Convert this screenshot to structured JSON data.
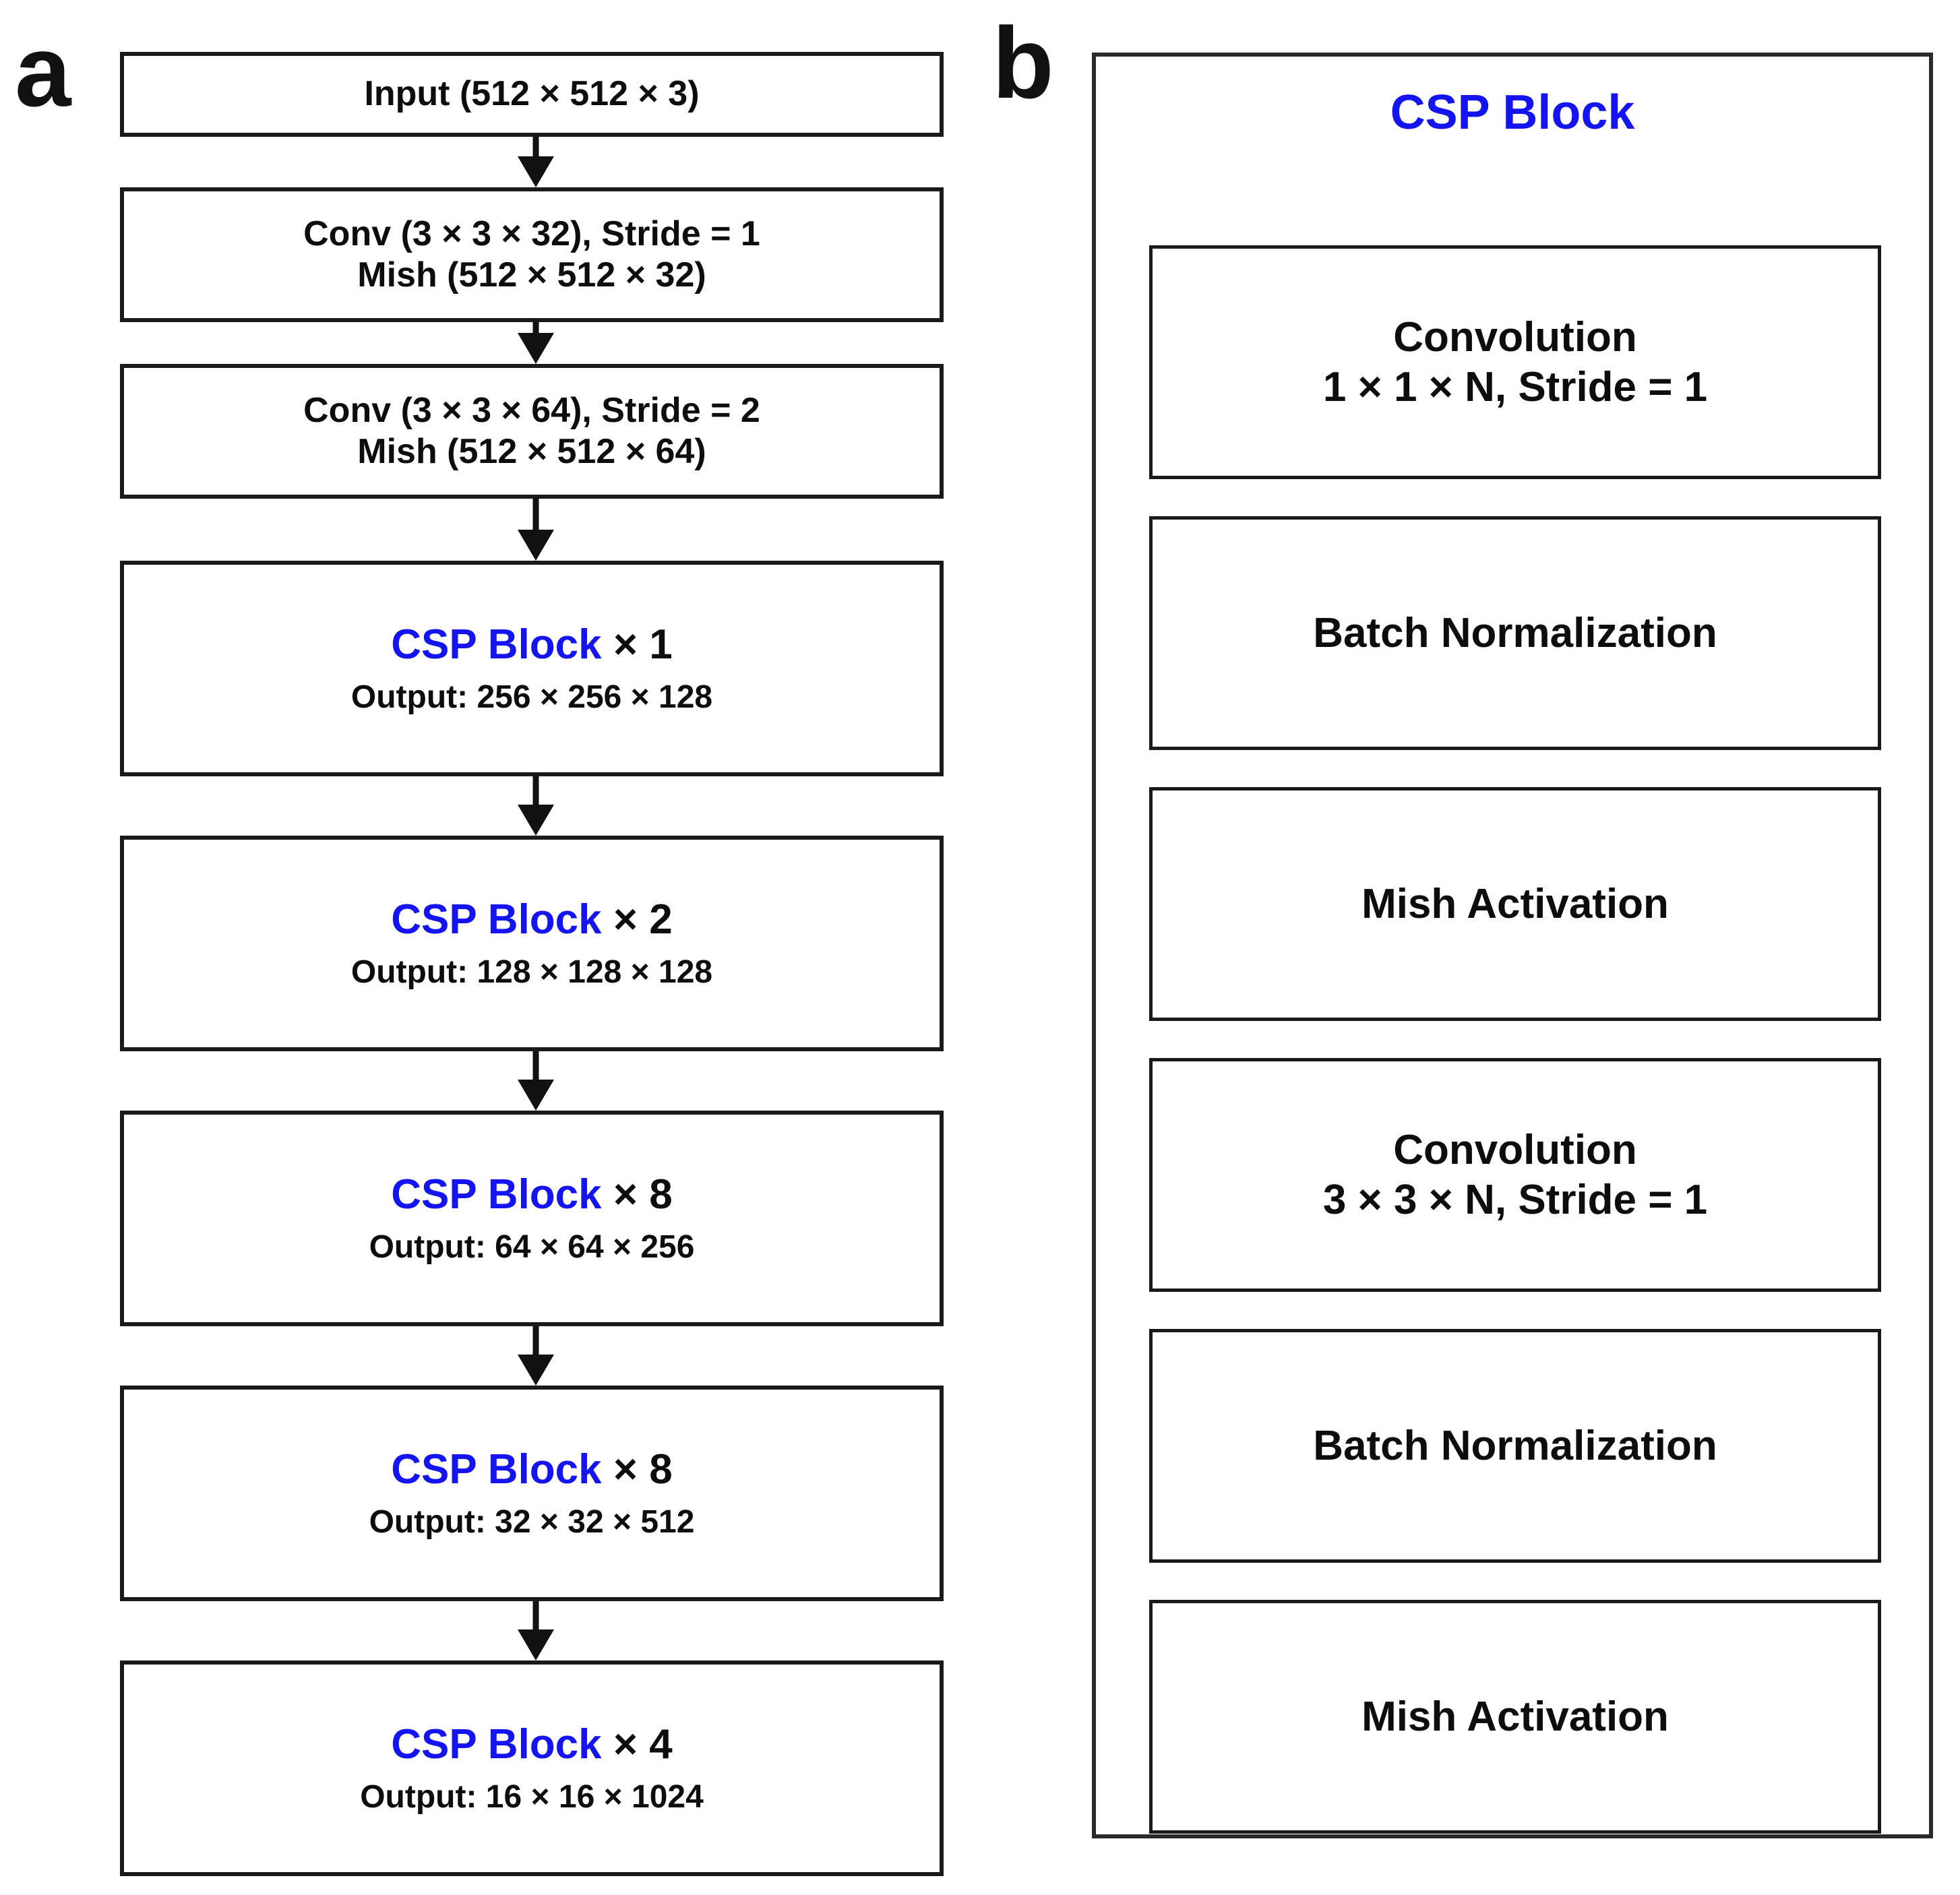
{
  "panels": {
    "a": {
      "letter": "a",
      "boxes": [
        {
          "id": "input",
          "lines": [
            {
              "text": "Input (512 × 512 × 3)",
              "style": "main"
            }
          ]
        },
        {
          "id": "conv32",
          "lines": [
            {
              "text": "Conv (3 × 3 × 32), Stride = 1",
              "style": "main"
            },
            {
              "text": "Mish (512 × 512 × 32)",
              "style": "main"
            }
          ]
        },
        {
          "id": "conv64",
          "lines": [
            {
              "text": "Conv (3 × 3 × 64), Stride = 2",
              "style": "main"
            },
            {
              "text": "Mish (512 × 512 × 64)",
              "style": "main"
            }
          ]
        },
        {
          "id": "csp1",
          "title_blue": "CSP Block",
          "title_mult": " × 1",
          "output": "Output: 256 × 256 × 128"
        },
        {
          "id": "csp2",
          "title_blue": "CSP Block",
          "title_mult": " × 2",
          "output": "Output: 128 × 128 × 128"
        },
        {
          "id": "csp8a",
          "title_blue": "CSP Block",
          "title_mult": " × 8",
          "output": "Output: 64 × 64 × 256"
        },
        {
          "id": "csp8b",
          "title_blue": "CSP Block",
          "title_mult": " × 8",
          "output": "Output: 32 × 32 × 512"
        },
        {
          "id": "csp4",
          "title_blue": "CSP Block",
          "title_mult": " × 4",
          "output": "Output: 16 × 16 × 1024"
        }
      ]
    },
    "b": {
      "letter": "b",
      "title": "CSP Block",
      "boxes": [
        {
          "id": "conv1x1",
          "line1": "Convolution",
          "line2": "1 × 1 × N, Stride = 1"
        },
        {
          "id": "bn1",
          "line1": "Batch Normalization",
          "line2": ""
        },
        {
          "id": "mish1",
          "line1": "Mish Activation",
          "line2": ""
        },
        {
          "id": "conv3x3",
          "line1": "Convolution",
          "line2": "3 × 3 × N, Stride = 1"
        },
        {
          "id": "bn2",
          "line1": "Batch Normalization",
          "line2": ""
        },
        {
          "id": "mish2",
          "line1": "Mish Activation",
          "line2": ""
        }
      ]
    }
  },
  "colors": {
    "accent_blue": "#1414f0",
    "box_border": "#1a1a1a",
    "text": "#0d0d0d",
    "background": "#ffffff"
  }
}
